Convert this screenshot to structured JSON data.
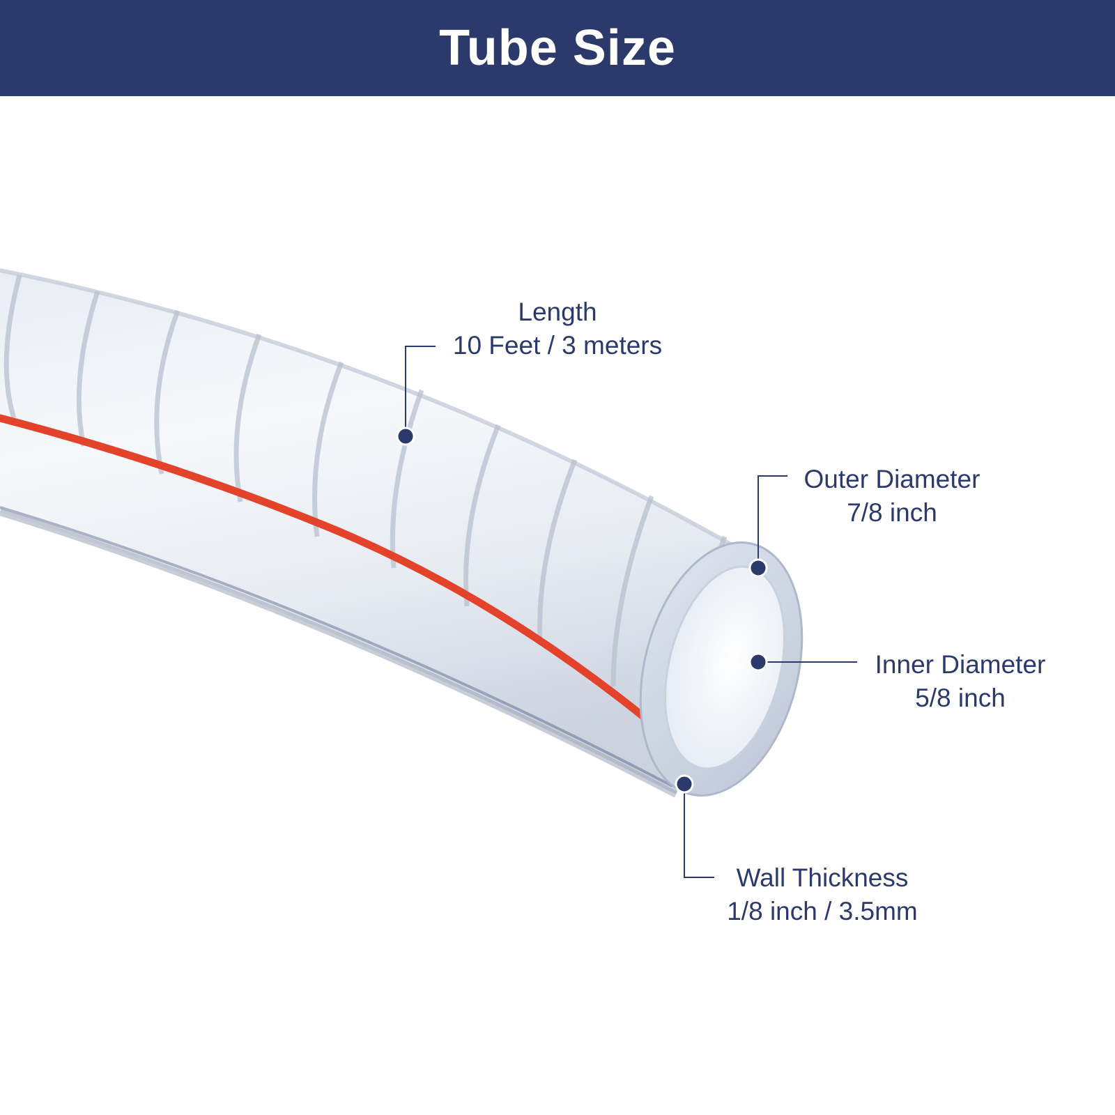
{
  "header": {
    "title": "Tube Size",
    "background_color": "#2b3a6b",
    "text_color": "#ffffff"
  },
  "product": {
    "tube_color": "clear",
    "stripe_color": "#e2432a",
    "accent_color": "#2b3a6b"
  },
  "callouts": {
    "length": {
      "name": "Length",
      "value": "10 Feet / 3 meters"
    },
    "outer_diameter": {
      "name": "Outer Diameter",
      "value": "7/8 inch"
    },
    "inner_diameter": {
      "name": "Inner Diameter",
      "value": "5/8 inch"
    },
    "wall_thickness": {
      "name": "Wall Thickness",
      "value": "1/8 inch / 3.5mm"
    }
  }
}
